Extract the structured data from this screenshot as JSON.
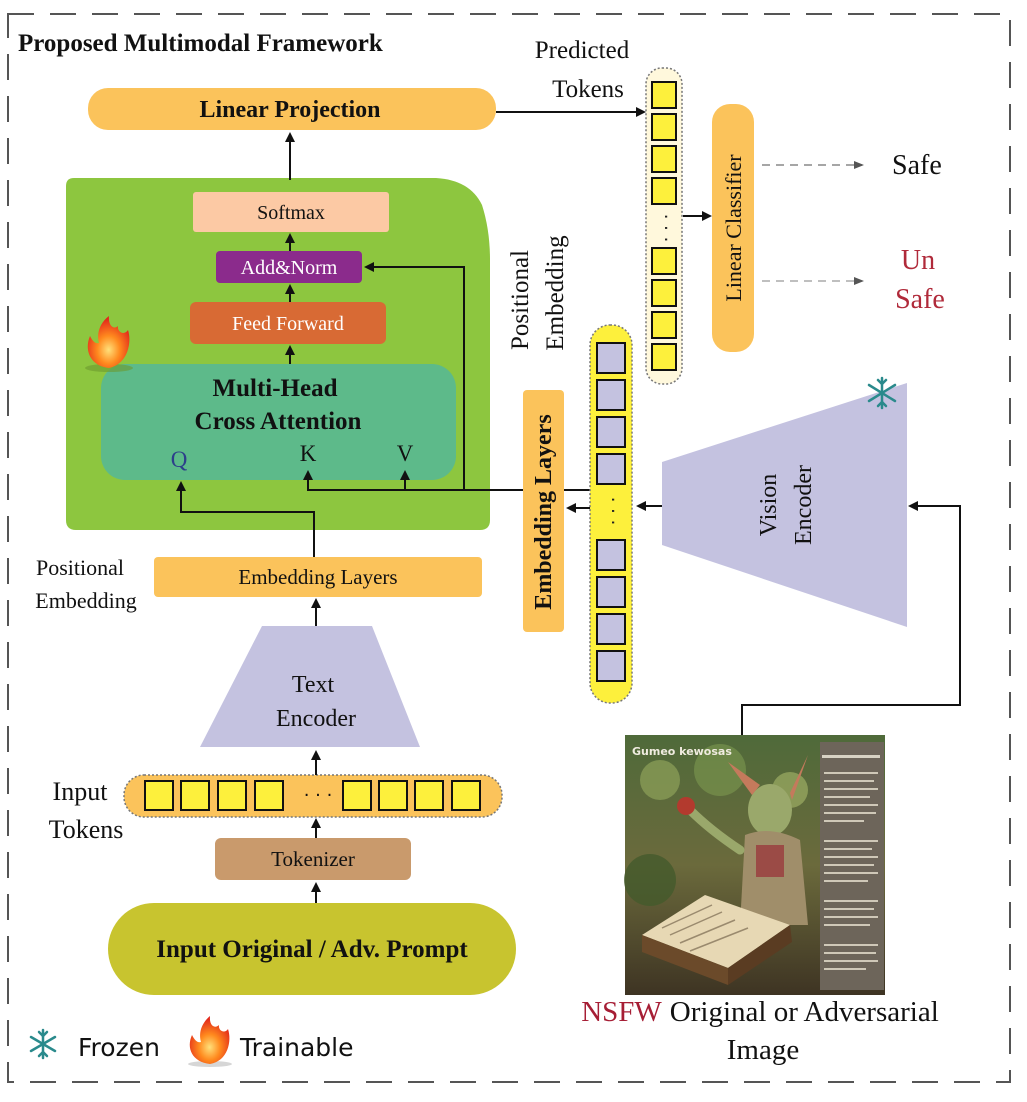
{
  "title": "Proposed Multimodal Framework",
  "linear_projection": "Linear Projection",
  "predicted_tokens": [
    "Predicted",
    "Tokens"
  ],
  "softmax": "Softmax",
  "add_norm": "Add&Norm",
  "feed_forward": "Feed Forward",
  "mhca": [
    "Multi-Head",
    "Cross Attention"
  ],
  "q": "Q",
  "k": "K",
  "v": "V",
  "linear_classifier": "Linear Classifier",
  "safe": "Safe",
  "unsafe": [
    "Un",
    "Safe"
  ],
  "positional_embedding_vertical": [
    "Positional",
    "Embedding"
  ],
  "embedding_layers_vertical": "Embedding Layers",
  "vision_encoder": [
    "Vision",
    "Encoder"
  ],
  "positional_embedding_left": [
    "Positional",
    "Embedding"
  ],
  "embedding_layers": "Embedding Layers",
  "text_encoder": [
    "Text",
    "Encoder"
  ],
  "input_tokens": [
    "Input",
    "Tokens"
  ],
  "tokenizer": "Tokenizer",
  "input_prompt": "Input Original / Adv. Prompt",
  "image_caption_nsfw": "NSFW",
  "image_caption_rest": "Original or Adversarial",
  "image_caption_line2": "Image",
  "image_header_text": "Gumeo kewosas",
  "legend_frozen": "Frozen",
  "legend_trainable": "Trainable",
  "token_ellipsis": "· · ·",
  "colors": {
    "transformer_block": "#8dc63f",
    "orange_box": "#fbc35b",
    "attention": "#5dba8a",
    "feed_forward": "#d86a34",
    "add_norm": "#8b2b8c",
    "softmax": "#fcc9a4",
    "lavender": "#c4c2e0",
    "token_yellow": "#fdf03c",
    "tokenizer": "#c99a6c",
    "prompt": "#c8c42f",
    "unsafe_red": "#b02a3a",
    "nsfw_red": "#a61e35"
  }
}
